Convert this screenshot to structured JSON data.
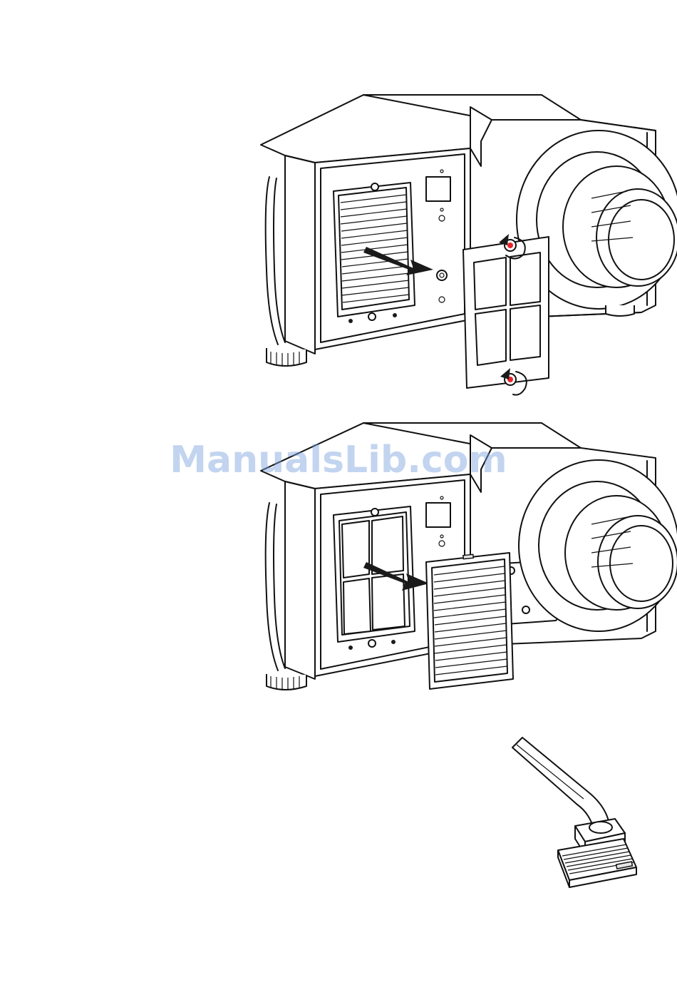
{
  "watermark": {
    "text": "ManualsLib.com"
  },
  "figures": [
    {
      "id": "fig1",
      "icon": "projector-remove-filter-cover-illustration"
    },
    {
      "id": "fig2",
      "icon": "projector-remove-filter-illustration"
    },
    {
      "id": "fig3",
      "icon": "vacuum-clean-filter-illustration"
    }
  ],
  "colors": {
    "accent_red": "#e8262b",
    "ink": "#111111",
    "watermark": "#78a0dc"
  }
}
